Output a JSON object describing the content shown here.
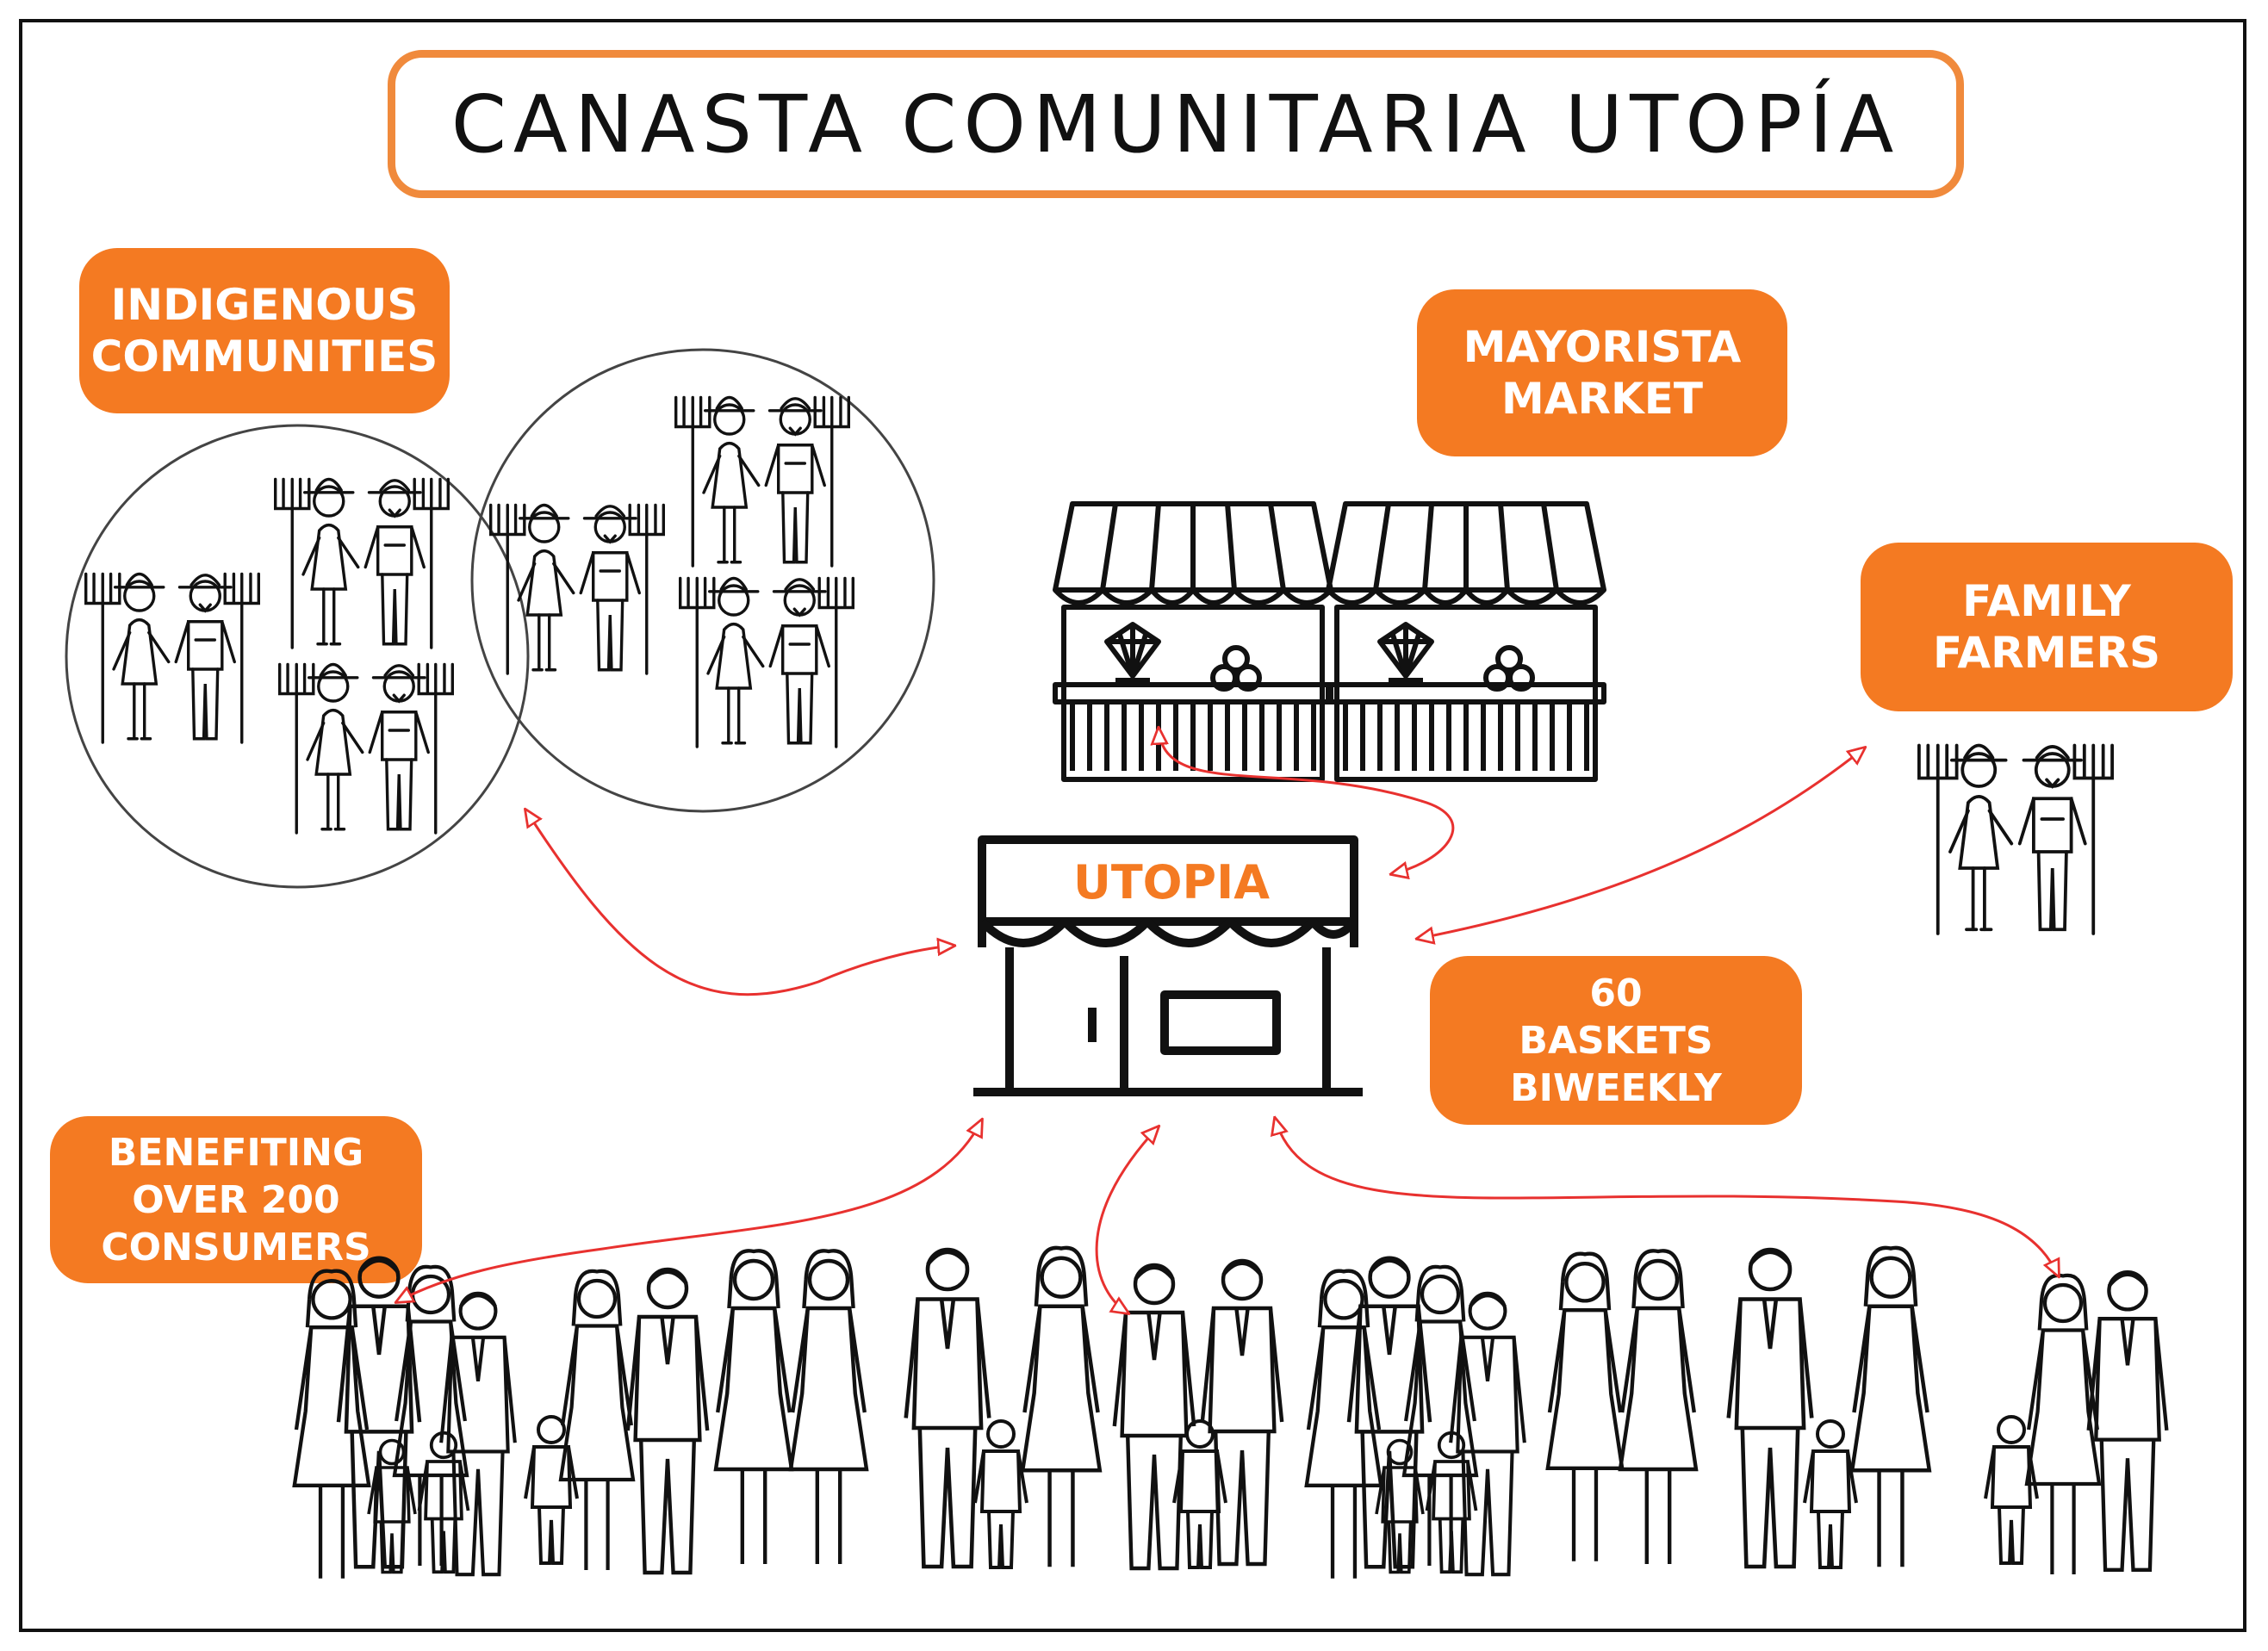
{
  "title": "CANASTA COMUNITARIA UTOPÍA",
  "labels": {
    "indigenous": [
      "INDIGENOUS",
      "COMMUNITIES"
    ],
    "mayorista": [
      "MAYORISTA",
      "MARKET"
    ],
    "family": [
      "FAMILY",
      "FARMERS"
    ],
    "baskets": [
      "60",
      "BASKETS",
      "BIWEEKLY"
    ],
    "benefiting": [
      "BENEFITING",
      "OVER 200",
      "CONSUMERS"
    ]
  },
  "shop_name": "UTOPIA",
  "colors": {
    "accent": "#f47a22",
    "title_border": "#f08a3c",
    "arrow": "#e8312f",
    "line": "#111111"
  },
  "icons": {
    "farmers": "farmer-couple-icon",
    "market": "market-stall-icon",
    "shop": "storefront-icon",
    "consumers": "family-group-icon"
  }
}
